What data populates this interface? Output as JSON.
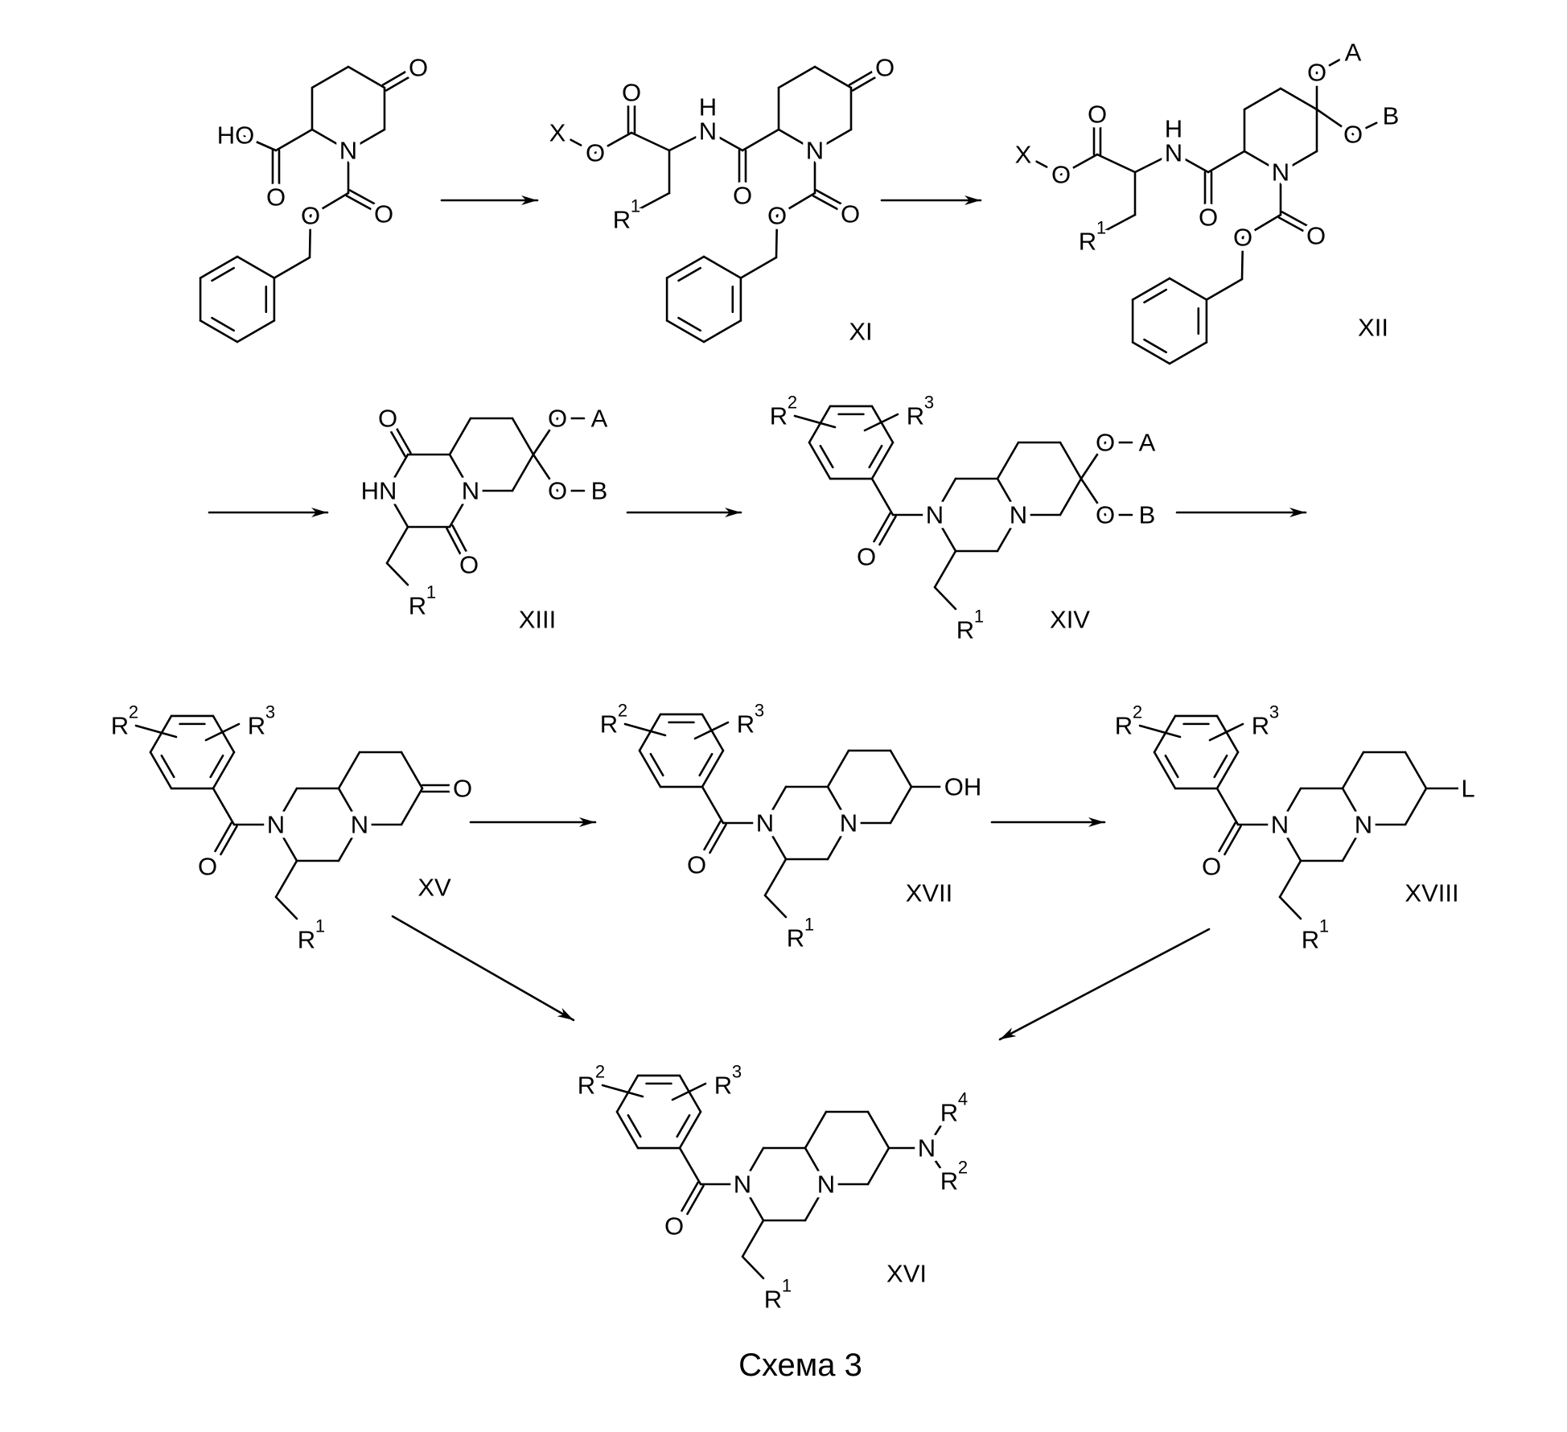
{
  "scheme_title": "Схема 3",
  "atoms": {
    "O": "O",
    "N": "N",
    "HN": "HN",
    "HO": "HO",
    "OH": "OH",
    "H": "H",
    "X": "X",
    "A": "A",
    "B": "B",
    "L": "L",
    "R": "R"
  },
  "superscripts": {
    "1": "1",
    "2": "2",
    "3": "3",
    "4": "4"
  },
  "compounds": {
    "XI": {
      "label": "XI"
    },
    "XII": {
      "label": "XII"
    },
    "XIII": {
      "label": "XIII"
    },
    "XIV": {
      "label": "XIV"
    },
    "XV": {
      "label": "XV"
    },
    "XVII": {
      "label": "XVII"
    },
    "XVIII": {
      "label": "XVIII"
    },
    "XVI": {
      "label": "XVI"
    }
  }
}
